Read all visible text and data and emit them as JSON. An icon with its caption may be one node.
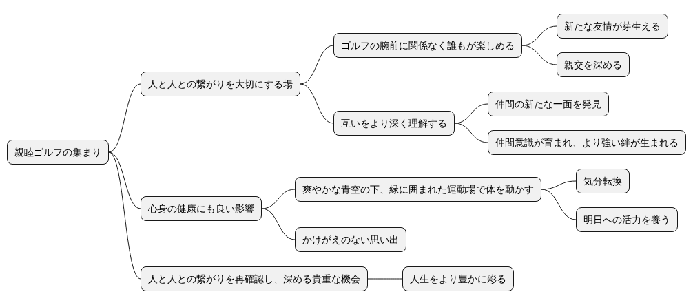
{
  "diagram": {
    "nodes": [
      {
        "text": [
          "親睦ゴルフの集まり"
        ]
      },
      {
        "text": [
          "人と人との繋がりを大切にする場"
        ]
      },
      {
        "text": [
          "ゴルフの腕前に関係なく誰もが楽しめる"
        ]
      },
      {
        "text": [
          "新たな友情が芽生える"
        ]
      },
      {
        "text": [
          "親交を深める"
        ]
      },
      {
        "text": [
          "互いをより深く理解する"
        ]
      },
      {
        "text": [
          "仲間の新たな一面を発見"
        ]
      },
      {
        "text": [
          "仲間意識が育まれ、より強い絆が生まれる"
        ]
      },
      {
        "text": [
          "心身の健康にも良い影響"
        ]
      },
      {
        "text": [
          "爽やかな青空の下、緑に囲まれた運動場で体を動かす"
        ]
      },
      {
        "text": [
          "気分転換"
        ]
      },
      {
        "text": [
          "明日への活力を養う"
        ]
      },
      {
        "text": [
          "かけがえのない思い出"
        ]
      },
      {
        "text": [
          "人と人との繋がりを再確認し、深める貴重な機会"
        ]
      },
      {
        "text": [
          "人生をより豊かに彩る"
        ]
      }
    ],
    "edges": [
      {
        "from": 0,
        "to": 1,
        "arrow": "none"
      },
      {
        "from": 1,
        "to": 2,
        "arrow": "none"
      },
      {
        "from": 2,
        "to": 3,
        "arrow": "none"
      },
      {
        "from": 2,
        "to": 4,
        "arrow": "none"
      },
      {
        "from": 1,
        "to": 5,
        "arrow": "none"
      },
      {
        "from": 5,
        "to": 6,
        "arrow": "none"
      },
      {
        "from": 5,
        "to": 7,
        "arrow": "none"
      },
      {
        "from": 0,
        "to": 8,
        "arrow": "none"
      },
      {
        "from": 8,
        "to": 9,
        "arrow": "none"
      },
      {
        "from": 9,
        "to": 10,
        "arrow": "none"
      },
      {
        "from": 9,
        "to": 11,
        "arrow": "none"
      },
      {
        "from": 8,
        "to": 12,
        "arrow": "none"
      },
      {
        "from": 0,
        "to": 13,
        "arrow": "none"
      },
      {
        "from": 13,
        "to": 14,
        "arrow": "none"
      }
    ]
  }
}
